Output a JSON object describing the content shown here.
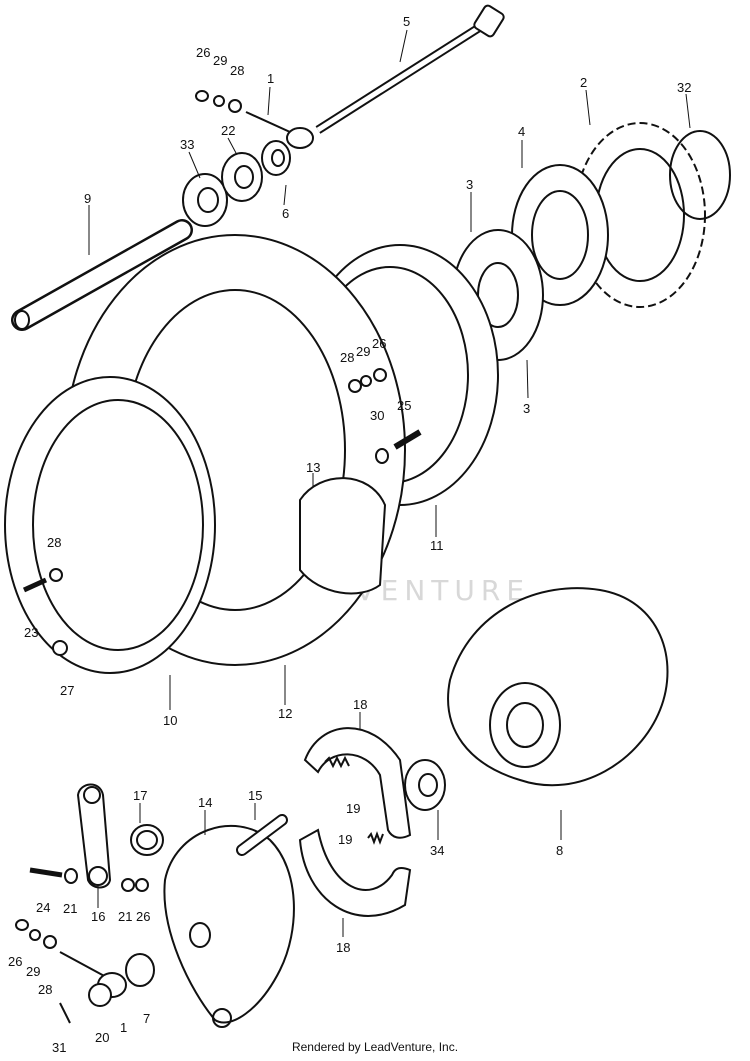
{
  "watermark": "LEADVENTURE",
  "credit": "Rendered by LeadVenture, Inc.",
  "callouts": {
    "c5": "5",
    "c26a": "26",
    "c29a": "29",
    "c28a": "28",
    "c1a": "1",
    "c2": "2",
    "c32": "32",
    "c33": "33",
    "c22": "22",
    "c4": "4",
    "c9": "9",
    "c6": "6",
    "c3a": "3",
    "c3b": "3",
    "c28b": "28",
    "c29b": "29",
    "c26b": "26",
    "c30": "30",
    "c25": "25",
    "c13": "13",
    "c11": "11",
    "c28c": "28",
    "c23": "23",
    "c27": "27",
    "c10": "10",
    "c12": "12",
    "c18a": "18",
    "c19a": "19",
    "c19b": "19",
    "c17": "17",
    "c14": "14",
    "c15": "15",
    "c34": "34",
    "c8": "8",
    "c24": "24",
    "c21a": "21",
    "c16": "16",
    "c21b": "21",
    "c26c": "26",
    "c26d": "26",
    "c29c": "29",
    "c28d": "28",
    "c20": "20",
    "c1b": "1",
    "c7": "7",
    "c31": "31",
    "c18b": "18"
  }
}
